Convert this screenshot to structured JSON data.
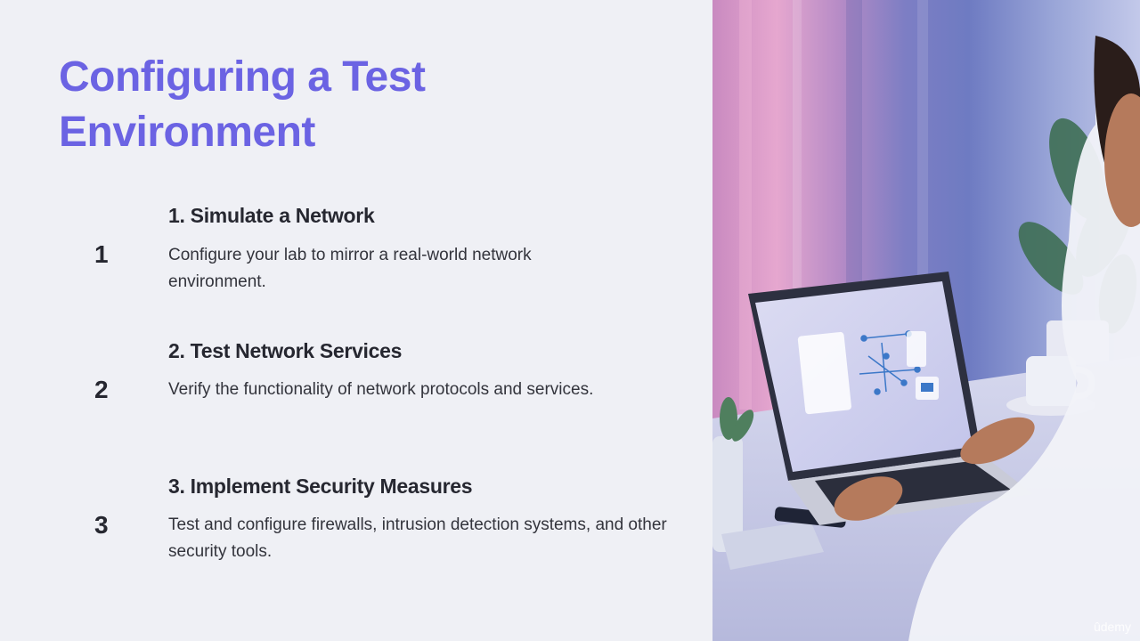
{
  "slide": {
    "title": "Configuring a Test Environment",
    "steps": [
      {
        "number": "1",
        "title": "1. Simulate a Network",
        "description": "Configure your lab to mirror a real-world network environment."
      },
      {
        "number": "2",
        "title": "2. Test Network Services",
        "description": "Verify the functionality of network protocols and services."
      },
      {
        "number": "3",
        "title": "3. Implement Security Measures",
        "description": "Test and configure firewalls, intrusion detection systems, and other security tools."
      }
    ]
  },
  "branding": {
    "logo_text": "ûdemy"
  },
  "colors": {
    "title": "#6b63e3",
    "text": "#262730",
    "background": "#eff0f5"
  }
}
